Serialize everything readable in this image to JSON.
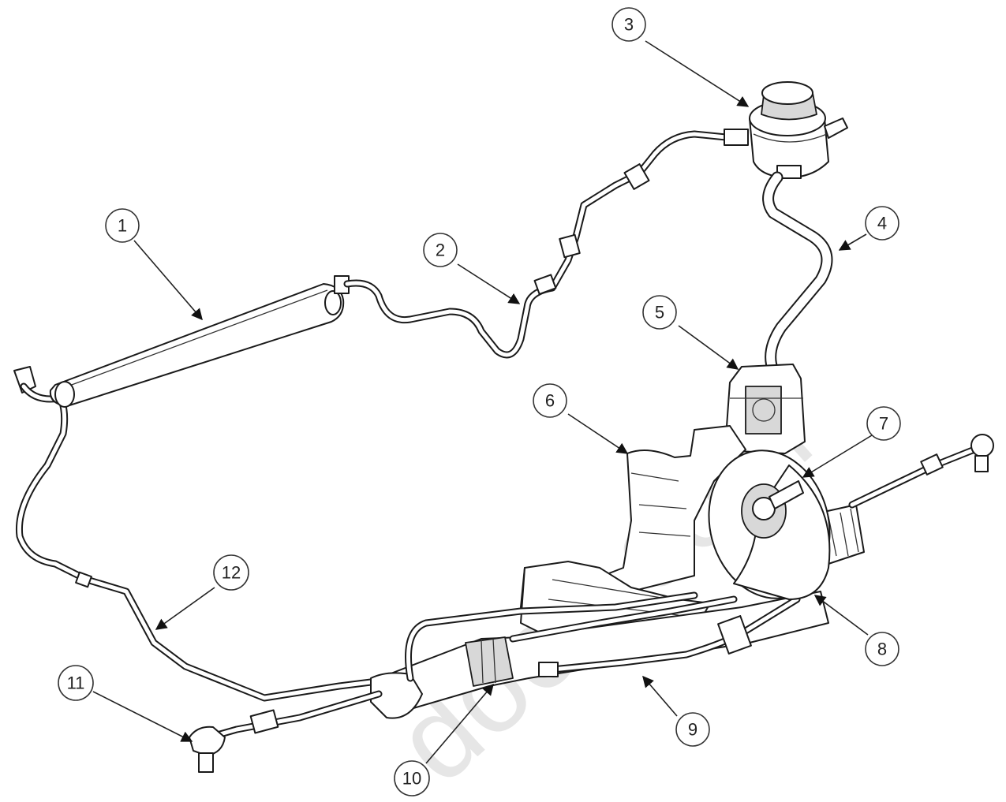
{
  "callouts": [
    {
      "label": "1"
    },
    {
      "label": "2"
    },
    {
      "label": "3"
    },
    {
      "label": "4"
    },
    {
      "label": "5"
    },
    {
      "label": "6"
    },
    {
      "label": "7"
    },
    {
      "label": "8"
    },
    {
      "label": "9"
    },
    {
      "label": "10"
    },
    {
      "label": "11"
    },
    {
      "label": "12"
    }
  ],
  "watermark": "docs.com",
  "colors": {
    "line": "#1a1a1a",
    "background": "#ffffff",
    "watermark": "#e6e6e6"
  }
}
